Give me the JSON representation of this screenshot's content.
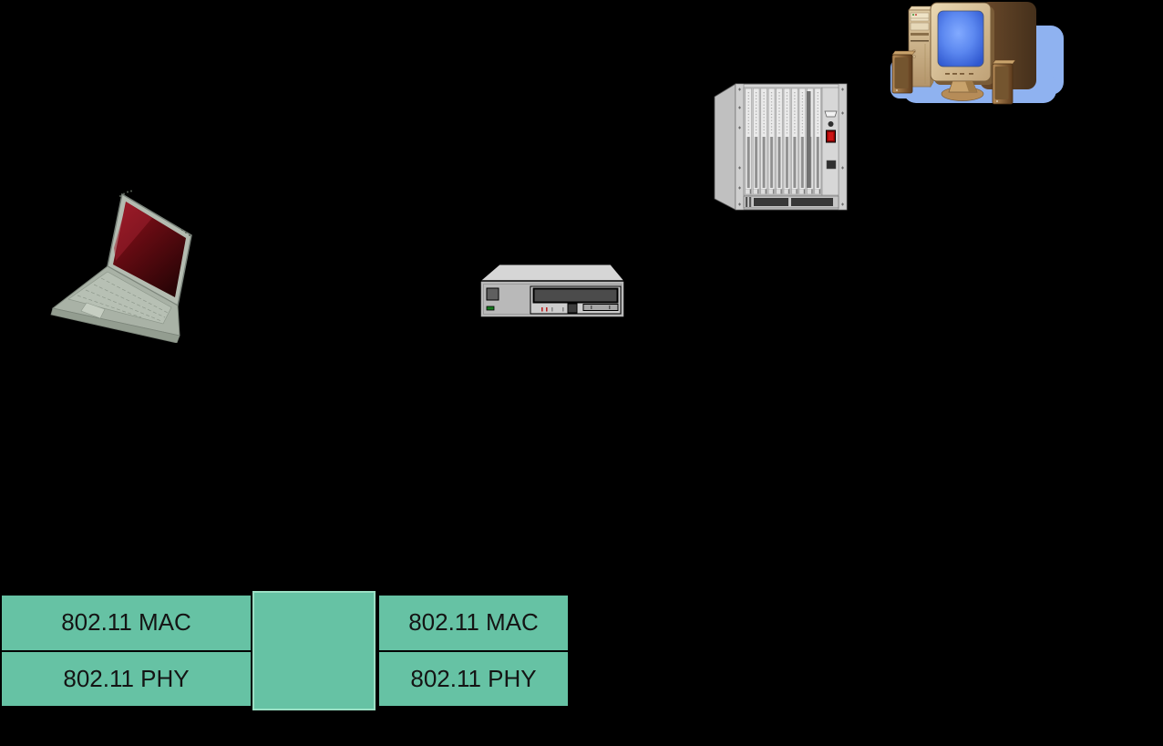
{
  "slide": {
    "background_color": "#000000"
  },
  "devices": {
    "laptop": {
      "icon": "laptop-icon",
      "screen_color": "#6e0c14",
      "body_color": "#a9b2a6"
    },
    "server_box": {
      "icon": "desktop-server-icon",
      "body_color": "#b9b9b9",
      "led_color": "#157a1e"
    },
    "rack_switch": {
      "icon": "rack-switch-icon",
      "body_color": "#d7d7d7",
      "button_color": "#cc1414"
    },
    "desktop_pc": {
      "icon": "desktop-computer-icon",
      "screen_color": "#3e6ee0",
      "shadow_color": "#8fb2f0"
    }
  },
  "protocol_stack": {
    "cell_fill": "#66C2A4",
    "border_color": "#000000",
    "connector_fill": "#66C2A4",
    "connector_highlight": "#9ADFC4",
    "left_stack": {
      "rows": [
        {
          "label": "802.11 MAC"
        },
        {
          "label": "802.11 PHY"
        }
      ]
    },
    "right_stack": {
      "rows": [
        {
          "label": "802.11 MAC"
        },
        {
          "label": "802.11 PHY"
        }
      ]
    }
  }
}
